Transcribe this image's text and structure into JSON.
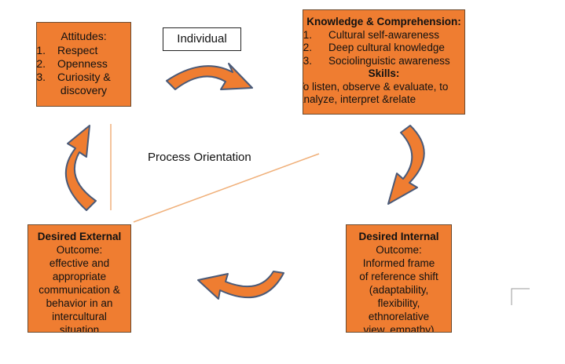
{
  "attitudes": {
    "title": "Attitudes:",
    "items": [
      {
        "num": "1.",
        "text": "Respect"
      },
      {
        "num": "2.",
        "text": "Openness"
      },
      {
        "num": "3.",
        "text": "Curiosity &"
      }
    ],
    "continuation": "discovery"
  },
  "individual_label": "Individual",
  "knowledge": {
    "title": "Knowledge & Comprehension:",
    "items": [
      {
        "num": "1.",
        "text": "Cultural self-awareness"
      },
      {
        "num": "2.",
        "text": "Deep cultural knowledge"
      },
      {
        "num": "3.",
        "text": "Sociolinguistic awareness"
      }
    ],
    "skills_title": "Skills:",
    "skills_line1": "To listen, observe & evaluate, to",
    "skills_line2": "analyze, interpret &relate"
  },
  "process_label": "Process Orientation",
  "external": {
    "title": "Desired External",
    "lines": [
      "Outcome:",
      "effective and",
      "appropriate",
      "communication &",
      "behavior in an",
      "intercultural",
      "situation"
    ]
  },
  "internal": {
    "title": "Desired Internal",
    "lines": [
      "Outcome:",
      "Informed frame",
      "of reference shift",
      "(adaptability,",
      "flexibility,",
      "ethnorelative",
      "view, empathy)"
    ]
  },
  "colors": {
    "box_fill": "#ef7d31",
    "arrow_fill": "#ef7d31",
    "arrow_stroke": "#4a5a78",
    "line": "#f0b07a"
  }
}
